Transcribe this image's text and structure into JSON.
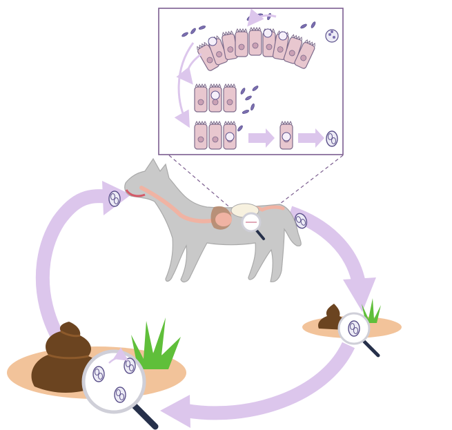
{
  "colors": {
    "cycle_arrow": "#dcc6ec",
    "cell_fill": "#e8c7cf",
    "cell_stroke": "#7c6a8a",
    "parasite": "#7b6fb0",
    "oocyst_fill": "#ecebf5",
    "dog_body": "#c9c9c9",
    "dog_shadow": "#a9a9a9",
    "intestine": "#f0b3a3",
    "feces": "#6b4420",
    "feces_light": "#8d5a2b",
    "grass": "#5fbf3a",
    "ground": "#f2c39a",
    "lens_ring": "#cfcfd8",
    "lens_handle": "#26304a",
    "inset_border": "#7b5d8f",
    "dashed_line": "#7b5d8f"
  },
  "icons": {
    "cycle": "life-cycle-arrows",
    "host": "dog-silhouette",
    "magnifier": "magnifying-glass"
  }
}
